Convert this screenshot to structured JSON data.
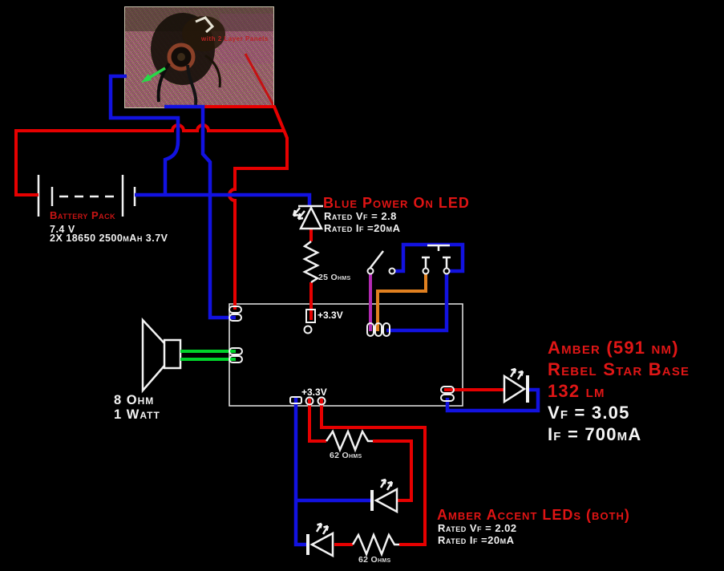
{
  "photo": {
    "caption": "with 2 Layer Panels"
  },
  "battery": {
    "label": "Battery Pack",
    "voltage": "7.4 V",
    "cells": "2X 18650 2500mAh 3.7V"
  },
  "power_led": {
    "title": "Blue Power On LED",
    "rated_vf": "Rated Vf = 2.8",
    "rated_if": "Rated If =20mA",
    "resistor": "25 Ohms"
  },
  "board": {
    "top_rail": "+3.3V",
    "bottom_rail": "+3.3V"
  },
  "speaker": {
    "impedance": "8 Ohm",
    "power": "1 Watt"
  },
  "main_led": {
    "line1": "Amber (591 nm)",
    "line2": "Rebel Star Base",
    "line3": "132 lm",
    "vf": "Vf = 3.05",
    "if": "If = 700mA"
  },
  "accent_leds": {
    "title": "Amber Accent LEDs (both)",
    "rated_vf": "Rated Vf = 2.02",
    "rated_if": "Rated If =20mA",
    "resistor_top": "62 Ohms",
    "resistor_bottom": "62 Ohms"
  },
  "colors": {
    "background": "#000000",
    "wire_positive_red": "#e60000",
    "wire_negative_blue": "#1212e0",
    "wire_speaker_green": "#00d22a",
    "wire_switch_purple": "#b32ab3",
    "wire_button_orange": "#e08020",
    "symbol_white": "#f2f2f2",
    "label_red": "#d41414"
  }
}
